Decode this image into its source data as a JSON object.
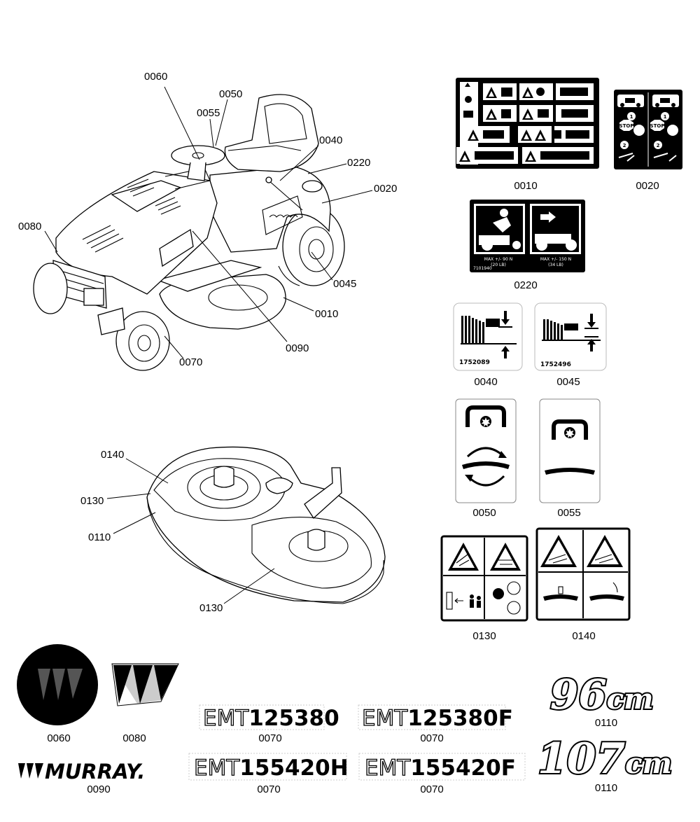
{
  "callouts": {
    "tractor": [
      "0060",
      "0050",
      "0055",
      "0040",
      "0220",
      "0020",
      "0080",
      "0045",
      "0010",
      "0090",
      "0070"
    ],
    "deck": [
      "0140",
      "0130",
      "0110",
      "0130"
    ]
  },
  "decals": {
    "d0010": "0010",
    "d0020": "0020",
    "d0220": "0220",
    "d0040": "0040",
    "d0045": "0045",
    "d0050": "0050",
    "d0055": "0055",
    "d0130": "0130",
    "d0140": "0140",
    "d0060": "0060",
    "d0080": "0080",
    "d0090": "0090",
    "m1": "0070",
    "m2": "0070",
    "m3": "0070",
    "m4": "0070",
    "s96": "0110",
    "s107": "0110"
  },
  "decal_text": {
    "stop": "STOP",
    "one": "1",
    "two": "2",
    "max90": "MAX +/- 90 N",
    "max90lb": "(20 LB)",
    "max150": "MAX +/- 150 N",
    "max150lb": "(34 LB)",
    "code220": "7101940",
    "code40": "1752089",
    "code45": "1752496"
  },
  "models": {
    "m1_prefix": "EMT",
    "m1_num": "125380",
    "m2_prefix": "EMT",
    "m2_num": "125380F",
    "m3_prefix": "EMT",
    "m3_num": "155420H",
    "m4_prefix": "EMT",
    "m4_num": "155420F"
  },
  "sizes": {
    "s96_num": "96",
    "s96_unit": "cm",
    "s107_num": "107",
    "s107_unit": "cm"
  },
  "brand": {
    "name": "MURRAY."
  },
  "icons": [
    "warning-triangle-icon",
    "manual-book-icon",
    "stop-sign-icon",
    "blade-icon",
    "rotation-arrows-icon",
    "mower-logo-icon"
  ]
}
